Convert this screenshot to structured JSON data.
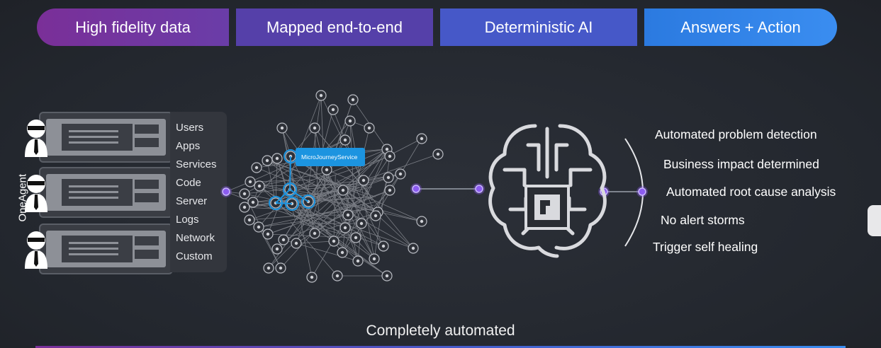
{
  "steps": [
    {
      "label": "High fidelity data"
    },
    {
      "label": "Mapped end-to-end"
    },
    {
      "label": "Deterministic AI"
    },
    {
      "label": "Answers + Action"
    }
  ],
  "agent": {
    "label": "OneAgent"
  },
  "data_sources": [
    "Users",
    "Apps",
    "Services",
    "Code",
    "Server",
    "Logs",
    "Network",
    "Custom"
  ],
  "topology": {
    "tooltip": "MicroJourneyService"
  },
  "results": [
    "Automated problem detection",
    "Business impact determined",
    "Automated root cause analysis",
    "No alert storms",
    "Trigger self healing"
  ],
  "footer": {
    "label": "Completely automated"
  },
  "colors": {
    "step1": "#7a2f98",
    "step2": "#5540a9",
    "step3": "#4658c8",
    "step4": "#3a8df0",
    "connector": "#8c5cf0",
    "background": "#262a31"
  },
  "icons": {
    "agent": "spy-agent-icon",
    "server": "server-rack-icon",
    "brain": "circuit-brain-icon",
    "chip": "chip-icon"
  }
}
